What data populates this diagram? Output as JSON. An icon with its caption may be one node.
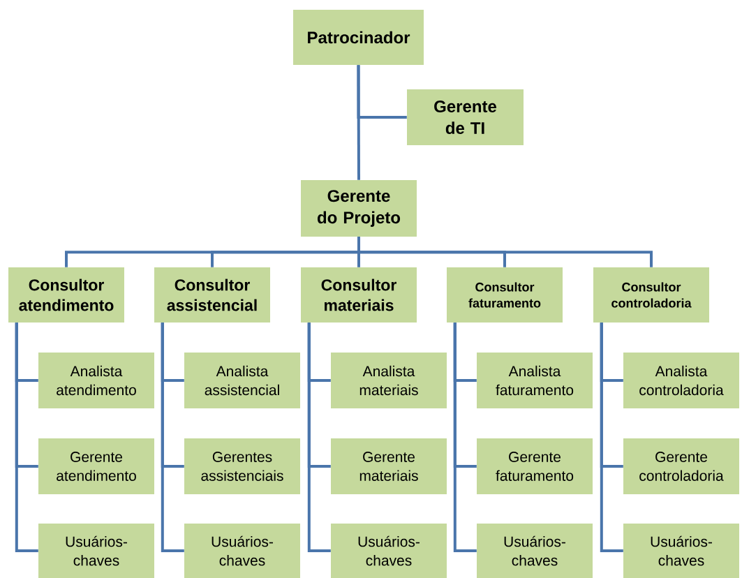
{
  "diagram": {
    "nodes": [
      {
        "text": [
          "Patrocinador"
        ]
      },
      {
        "text": [
          "Gerente de TI"
        ]
      },
      {
        "text": [
          "Gerente do Projeto"
        ]
      },
      {
        "text": [
          "Consultor atendimento"
        ]
      },
      {
        "text": [
          "Consultor assistencial"
        ]
      },
      {
        "text": [
          "Consultor materiais"
        ]
      },
      {
        "text": [
          "Consultor faturamento"
        ]
      },
      {
        "text": [
          "Consultor controladoria"
        ]
      },
      {
        "text": [
          "Analista atendimento"
        ]
      },
      {
        "text": [
          "Analista assistencial"
        ]
      },
      {
        "text": [
          "Analista materiais"
        ]
      },
      {
        "text": [
          "Analista faturamento"
        ]
      },
      {
        "text": [
          "Analista controladoria"
        ]
      },
      {
        "text": [
          "Gerente atendimento"
        ]
      },
      {
        "text": [
          "Gerentes assistenciais"
        ]
      },
      {
        "text": [
          "Gerente materiais"
        ]
      },
      {
        "text": [
          "Gerente faturamento"
        ]
      },
      {
        "text": [
          "Gerente controladoria"
        ]
      },
      {
        "text": [
          "Usuários-chaves"
        ]
      },
      {
        "text": [
          "Usuários-chaves"
        ]
      },
      {
        "text": [
          "Usuários-chaves"
        ]
      },
      {
        "text": [
          "Usuários-chaves"
        ]
      },
      {
        "text": [
          "Usuários-chaves"
        ]
      }
    ],
    "edges": [
      {
        "from": 0,
        "to": 2,
        "arrow": "none"
      },
      {
        "from": 0,
        "to": 1,
        "arrow": "none"
      },
      {
        "from": 2,
        "to": 3,
        "arrow": "none"
      },
      {
        "from": 2,
        "to": 4,
        "arrow": "none"
      },
      {
        "from": 2,
        "to": 5,
        "arrow": "none"
      },
      {
        "from": 2,
        "to": 6,
        "arrow": "none"
      },
      {
        "from": 2,
        "to": 7,
        "arrow": "none"
      },
      {
        "from": 3,
        "to": 8,
        "arrow": "none"
      },
      {
        "from": 3,
        "to": 13,
        "arrow": "none"
      },
      {
        "from": 3,
        "to": 18,
        "arrow": "none"
      },
      {
        "from": 4,
        "to": 9,
        "arrow": "none"
      },
      {
        "from": 4,
        "to": 14,
        "arrow": "none"
      },
      {
        "from": 4,
        "to": 19,
        "arrow": "none"
      },
      {
        "from": 5,
        "to": 10,
        "arrow": "none"
      },
      {
        "from": 5,
        "to": 15,
        "arrow": "none"
      },
      {
        "from": 5,
        "to": 20,
        "arrow": "none"
      },
      {
        "from": 6,
        "to": 11,
        "arrow": "none"
      },
      {
        "from": 6,
        "to": 16,
        "arrow": "none"
      },
      {
        "from": 6,
        "to": 21,
        "arrow": "none"
      },
      {
        "from": 7,
        "to": 12,
        "arrow": "none"
      },
      {
        "from": 7,
        "to": 17,
        "arrow": "none"
      },
      {
        "from": 7,
        "to": 22,
        "arrow": "none"
      }
    ]
  }
}
